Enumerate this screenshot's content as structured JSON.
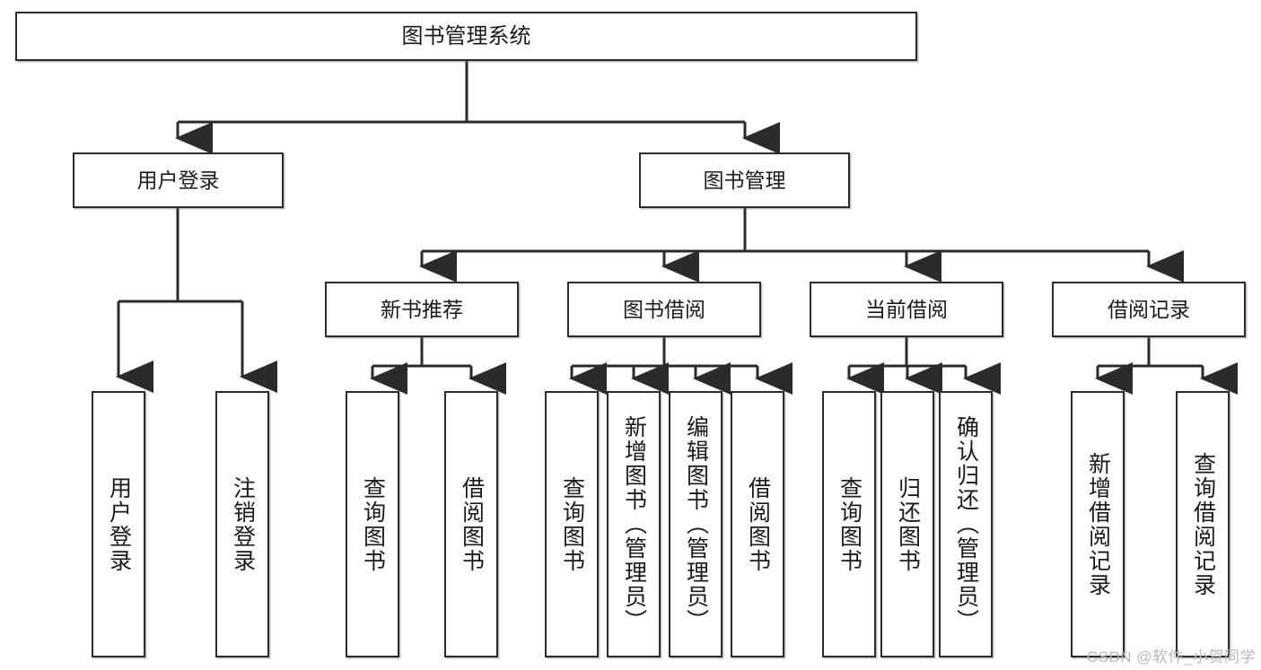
{
  "diagram": {
    "type": "hierarchy-tree",
    "title": "图书管理系统",
    "watermark": "CSDN @软件_小贺同学",
    "colors": {
      "box_border": "#2b2b2b",
      "box_fill": "#ffffff",
      "connector": "#2b2b2b",
      "text": "#1a1a1a",
      "watermark": "#b9b9b9"
    },
    "nodes": {
      "root": {
        "label": "图书管理系统"
      },
      "level2": [
        {
          "label": "用户登录"
        },
        {
          "label": "图书管理"
        }
      ],
      "level3": [
        {
          "label": "新书推荐"
        },
        {
          "label": "图书借阅"
        },
        {
          "label": "当前借阅"
        },
        {
          "label": "借阅记录"
        }
      ],
      "leaves_user_login": [
        {
          "label": "用户登录"
        },
        {
          "label": "注销登录"
        }
      ],
      "leaves_new_book": [
        {
          "label": "查询图书"
        },
        {
          "label": "借阅图书"
        }
      ],
      "leaves_borrow": [
        {
          "label": "查询图书"
        },
        {
          "label": "新增图书（管理员）"
        },
        {
          "label": "编辑图书（管理员）"
        },
        {
          "label": "借阅图书"
        }
      ],
      "leaves_current": [
        {
          "label": "查询图书"
        },
        {
          "label": "归还图书"
        },
        {
          "label": "确认归还（管理员）"
        }
      ],
      "leaves_record": [
        {
          "label": "新增借阅记录"
        },
        {
          "label": "查询借阅记录"
        }
      ]
    }
  }
}
